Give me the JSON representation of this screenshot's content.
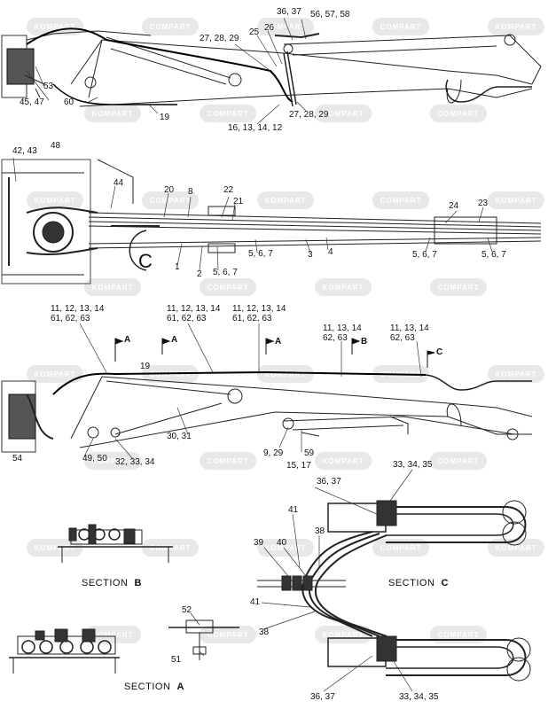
{
  "watermark": {
    "brand": "KOMPART",
    "brand2": "COMPART"
  },
  "diagram1": {
    "callouts": [
      {
        "id": "c-36-37",
        "text": "36, 37"
      },
      {
        "id": "c-56-57-58",
        "text": "56, 57, 58"
      },
      {
        "id": "c-27-28-29a",
        "text": "27, 28, 29"
      },
      {
        "id": "c-25",
        "text": "25"
      },
      {
        "id": "c-26",
        "text": "26"
      },
      {
        "id": "c-53",
        "text": "53"
      },
      {
        "id": "c-45-47",
        "text": "45, 47"
      },
      {
        "id": "c-60",
        "text": "60"
      },
      {
        "id": "c-19a",
        "text": "19"
      },
      {
        "id": "c-16-13-14-12",
        "text": "16, 13, 14, 12"
      },
      {
        "id": "c-27-28-29b",
        "text": "27, 28, 29"
      }
    ]
  },
  "diagram2": {
    "callouts": [
      {
        "id": "c-42-43",
        "text": "42, 43"
      },
      {
        "id": "c-48",
        "text": "48"
      },
      {
        "id": "c-44",
        "text": "44"
      },
      {
        "id": "c-20",
        "text": "20"
      },
      {
        "id": "c-8",
        "text": "8"
      },
      {
        "id": "c-22",
        "text": "22"
      },
      {
        "id": "c-21",
        "text": "21"
      },
      {
        "id": "c-24",
        "text": "24"
      },
      {
        "id": "c-23",
        "text": "23"
      },
      {
        "id": "c-C",
        "text": "C"
      },
      {
        "id": "c-1",
        "text": "1"
      },
      {
        "id": "c-2",
        "text": "2"
      },
      {
        "id": "c-5-6-7a",
        "text": "5, 6, 7"
      },
      {
        "id": "c-5-6-7b",
        "text": "5, 6, 7"
      },
      {
        "id": "c-3",
        "text": "3"
      },
      {
        "id": "c-4",
        "text": "4"
      },
      {
        "id": "c-5-6-7c",
        "text": "5, 6, 7"
      },
      {
        "id": "c-5-6-7d",
        "text": "5, 6, 7"
      }
    ]
  },
  "diagram3": {
    "callouts": [
      {
        "id": "c-a1",
        "text": "11, 12, 13, 14\n61, 62, 63"
      },
      {
        "id": "c-a2",
        "text": "11, 12, 13, 14\n61, 62, 63"
      },
      {
        "id": "c-a3",
        "text": "11, 12, 13, 14\n61, 62, 63"
      },
      {
        "id": "c-a4",
        "text": "11, 13, 14\n62, 63"
      },
      {
        "id": "c-a5",
        "text": "11, 13, 14\n62, 63"
      },
      {
        "id": "c-A1",
        "text": "A"
      },
      {
        "id": "c-A2",
        "text": "A"
      },
      {
        "id": "c-A3",
        "text": "A"
      },
      {
        "id": "c-B",
        "text": "B"
      },
      {
        "id": "c-C2",
        "text": "C"
      },
      {
        "id": "c-19b",
        "text": "19"
      },
      {
        "id": "c-30-31",
        "text": "30, 31"
      },
      {
        "id": "c-9-29",
        "text": "9, 29"
      },
      {
        "id": "c-59",
        "text": "59"
      },
      {
        "id": "c-15-17",
        "text": "15, 17"
      },
      {
        "id": "c-54",
        "text": "54"
      },
      {
        "id": "c-49-50",
        "text": "49, 50"
      },
      {
        "id": "c-32-33-34",
        "text": "32, 33, 34"
      },
      {
        "id": "c-33-34-35a",
        "text": "33, 34, 35"
      }
    ]
  },
  "sectionC": {
    "title_word": "SECTION",
    "title_letter": "C",
    "callouts": [
      {
        "id": "c-36-37b",
        "text": "36, 37"
      },
      {
        "id": "c-41a",
        "text": "41"
      },
      {
        "id": "c-38a",
        "text": "38"
      },
      {
        "id": "c-39",
        "text": "39"
      },
      {
        "id": "c-40",
        "text": "40"
      },
      {
        "id": "c-41b",
        "text": "41"
      },
      {
        "id": "c-38b",
        "text": "38"
      },
      {
        "id": "c-36-37c",
        "text": "36, 37"
      },
      {
        "id": "c-33-34-35b",
        "text": "33, 34, 35"
      }
    ]
  },
  "sectionB": {
    "title_word": "SECTION",
    "title_letter": "B"
  },
  "sectionA": {
    "title_word": "SECTION",
    "title_letter": "A",
    "callouts": [
      {
        "id": "c-52",
        "text": "52"
      },
      {
        "id": "c-51",
        "text": "51"
      }
    ]
  }
}
